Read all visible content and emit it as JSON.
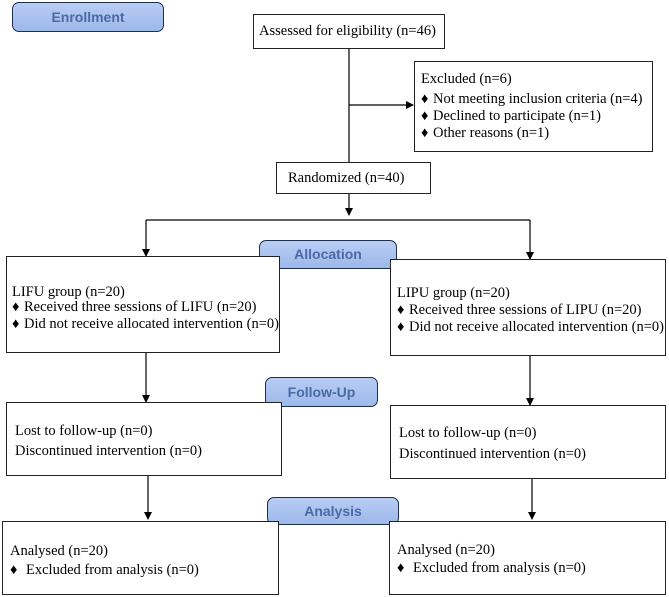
{
  "stages": {
    "enrollment": "Enrollment",
    "allocation": "Allocation",
    "followup": "Follow-Up",
    "analysis": "Analysis"
  },
  "assessed": "Assessed for eligibility (n=46)",
  "excluded": {
    "title": "Excluded (n=6)",
    "items": [
      "Not meeting inclusion criteria (n=4)",
      "Declined to participate (n=1)",
      "Other reasons (n=1)"
    ]
  },
  "randomized": "Randomized (n=40)",
  "bullet_glyph": "♦",
  "left": {
    "allocation": {
      "title": "LIFU group (n=20)",
      "items": [
        "Received three sessions of LIFU (n=20)",
        "Did not receive allocated intervention  (n=0)"
      ]
    },
    "followup": [
      "Lost to follow-up (n=0)",
      "Discontinued intervention  (n=0)"
    ],
    "analysis": {
      "title": "Analysed  (n=20)",
      "items": [
        "Excluded from analysis (n=0)"
      ]
    }
  },
  "right": {
    "allocation": {
      "title": "LIPU group (n=20)",
      "items": [
        "Received three sessions of LIPU (n=20)",
        "Did not receive allocated intervention  (n=0)"
      ]
    },
    "followup": [
      "Lost to follow-up (n=0)",
      "Discontinued intervention  (n=0)"
    ],
    "analysis": {
      "title": "Analysed  (n=20)",
      "items": [
        "Excluded from analysis (n=0)"
      ]
    }
  }
}
